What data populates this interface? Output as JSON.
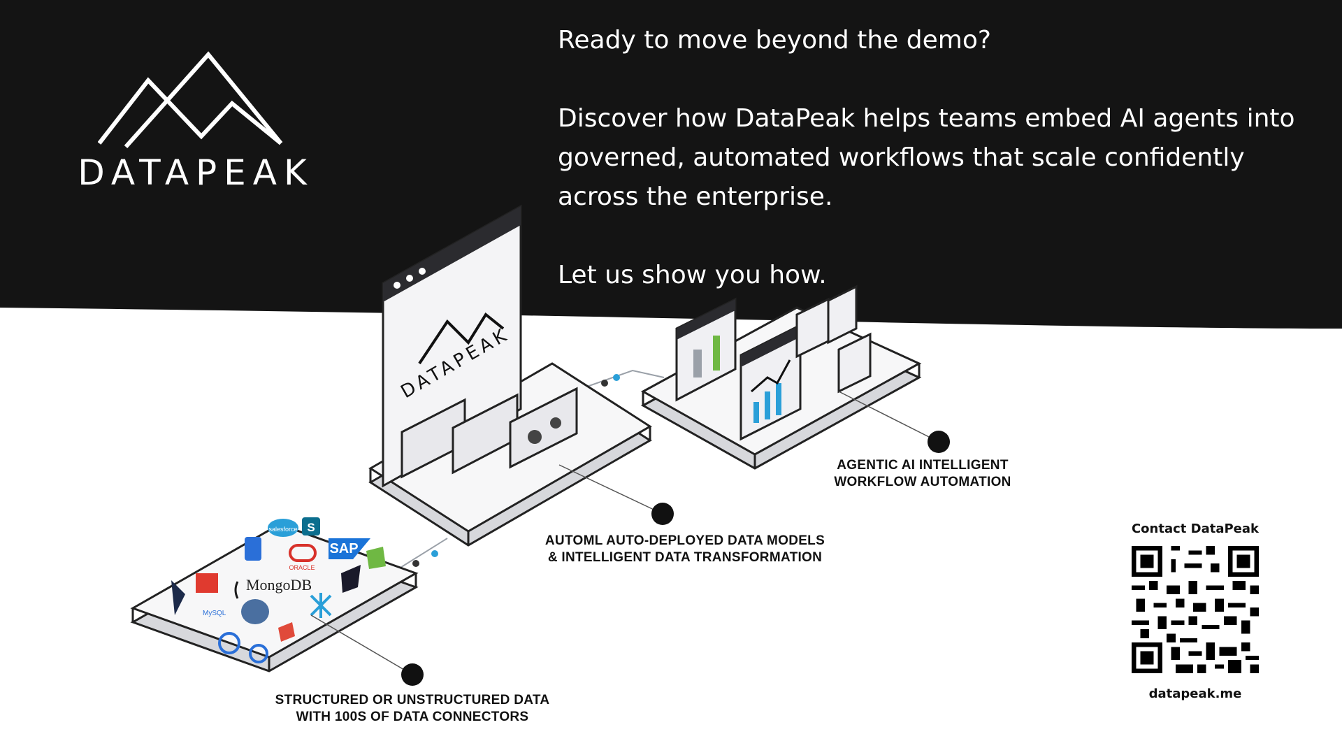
{
  "brand": {
    "name": "DATAPEAK",
    "screen_logo_text": "DATAPEAK"
  },
  "intro": {
    "line1": "Ready to move beyond the demo?",
    "line2": "Discover how DataPeak helps teams embed AI agents into governed, automated workflows that scale confidently across the enterprise.",
    "line3": "Let us show you how."
  },
  "stages": {
    "data": {
      "line1": "STRUCTURED OR UNSTRUCTURED DATA",
      "line2": "WITH 100S OF DATA CONNECTORS",
      "connectors": [
        "salesforce",
        "SAP",
        "ORACLE",
        "MongoDB",
        "MySQL",
        "S"
      ]
    },
    "automl": {
      "line1": "AUTOML AUTO-DEPLOYED DATA MODELS",
      "line2": "& INTELLIGENT DATA TRANSFORMATION"
    },
    "agentic": {
      "line1": "AGENTIC AI INTELLIGENT",
      "line2": "WORKFLOW AUTOMATION"
    }
  },
  "contact": {
    "title": "Contact DataPeak",
    "url": "datapeak.me"
  },
  "colors": {
    "background_dark": "#141414",
    "background_light": "#ffffff",
    "accent_blue": "#2a9fd8",
    "platform_gray": "#e9e9ec"
  }
}
